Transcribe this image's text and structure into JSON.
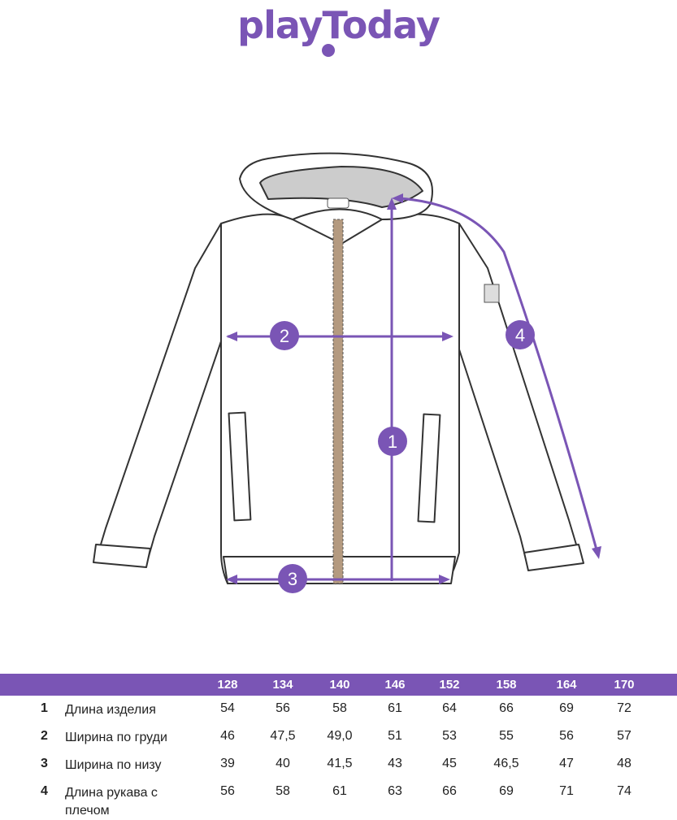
{
  "brand": {
    "logo_text": "playToday",
    "accent": "#7a55b5"
  },
  "markers": [
    "1",
    "2",
    "3",
    "4"
  ],
  "table": {
    "sizes": [
      "128",
      "134",
      "140",
      "146",
      "152",
      "158",
      "164",
      "170"
    ],
    "rows": [
      {
        "num": "1",
        "label": "Длина изделия",
        "values": [
          "54",
          "56",
          "58",
          "61",
          "64",
          "66",
          "69",
          "72"
        ]
      },
      {
        "num": "2",
        "label": "Ширина по груди",
        "values": [
          "46",
          "47,5",
          "49,0",
          "51",
          "53",
          "55",
          "56",
          "57"
        ]
      },
      {
        "num": "3",
        "label": "Ширина по низу",
        "values": [
          "39",
          "40",
          "41,5",
          "43",
          "45",
          "46,5",
          "47",
          "48"
        ]
      },
      {
        "num": "4",
        "label": "Длина рукава с плечом",
        "values": [
          "56",
          "58",
          "61",
          "63",
          "66",
          "69",
          "71",
          "74"
        ]
      }
    ]
  }
}
